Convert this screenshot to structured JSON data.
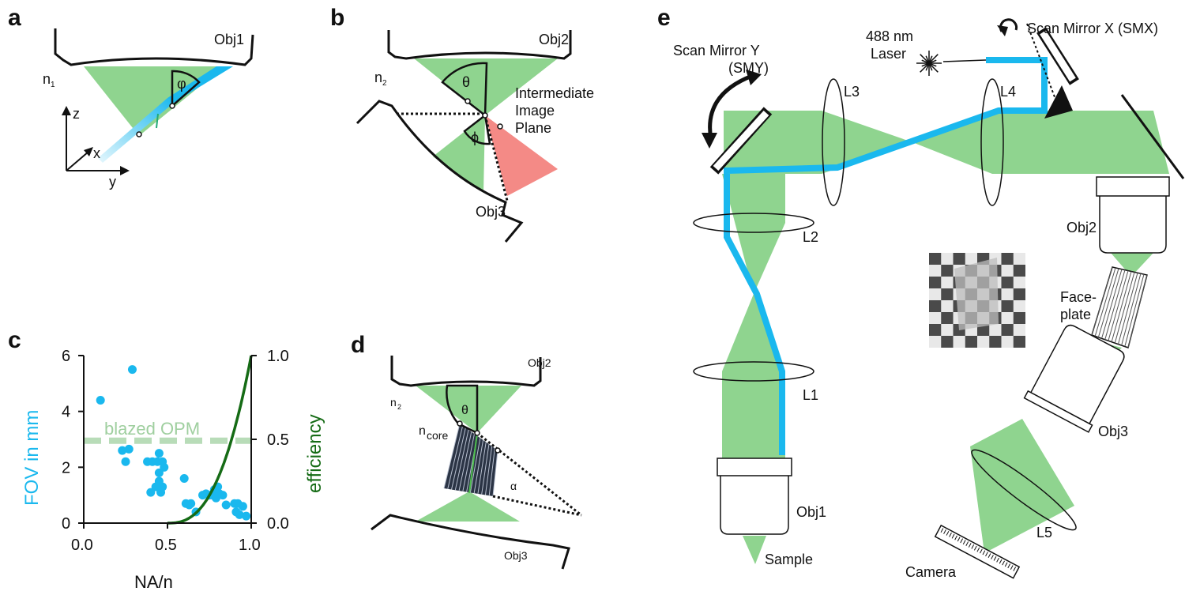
{
  "colors": {
    "green": "#8fd48f",
    "blue": "#1ab8ee",
    "pink": "#f48a86",
    "dark_green": "#156b15",
    "light_green_dashed": "#b8dcb8",
    "black": "#111111"
  },
  "panels": {
    "a": {
      "label": "a",
      "obj": "Obj1",
      "n": "n",
      "n_sub": "1",
      "angle": "φ",
      "axis_z": "z",
      "axis_x": "x",
      "axis_y": "y"
    },
    "b": {
      "label": "b",
      "obj_top": "Obj2",
      "obj_bottom": "Obj3",
      "n": "n",
      "n_sub": "2",
      "theta": "θ",
      "phi": "ϕ",
      "plane_line1": "Intermediate",
      "plane_line2": "Image",
      "plane_line3": "Plane"
    },
    "c": {
      "label": "c",
      "blazed": "blazed OPM"
    },
    "d": {
      "label": "d",
      "obj_top": "Obj2",
      "obj_bottom": "Obj3",
      "n": "n",
      "n_sub": "2",
      "theta": "θ",
      "ncore": "n",
      "ncore_sub": "core",
      "alpha": "α"
    },
    "e": {
      "label": "e",
      "smy_line1": "Scan Mirror Y",
      "smy_line2": "(SMY)",
      "smx": "Scan Mirror X (SMX)",
      "laser_line1": "488 nm",
      "laser_line2": "Laser",
      "L1": "L1",
      "L2": "L2",
      "L3": "L3",
      "L4": "L4",
      "L5": "L5",
      "obj1": "Obj1",
      "obj2": "Obj2",
      "obj3": "Obj3",
      "sample": "Sample",
      "camera": "Camera",
      "faceplate_line1": "Face-",
      "faceplate_line2": "plate"
    }
  },
  "chart_data": {
    "type": "scatter",
    "xlabel": "NA/n",
    "ylabel": "FOV in mm",
    "y2label": "efficiency",
    "xlim": [
      0.0,
      1.0
    ],
    "ylim": [
      0,
      6
    ],
    "y2lim": [
      0.0,
      1.0
    ],
    "xticks": [
      "0.0",
      "0.5",
      "1.0"
    ],
    "yticks": [
      "0",
      "2",
      "4",
      "6"
    ],
    "y2ticks": [
      "0.0",
      "0.5",
      "1.0"
    ],
    "series": [
      {
        "x": [
          0.1,
          0.29,
          0.23,
          0.25,
          0.27,
          0.38,
          0.41,
          0.44,
          0.45,
          0.47,
          0.48,
          0.45,
          0.45,
          0.46,
          0.4,
          0.43,
          0.47,
          0.6,
          0.61,
          0.63,
          0.64,
          0.67,
          0.71,
          0.73,
          0.75,
          0.77,
          0.78,
          0.79,
          0.8,
          0.81,
          0.83,
          0.85,
          0.9,
          0.91,
          0.92,
          0.93,
          0.95,
          0.97
        ],
        "y": [
          4.4,
          5.5,
          2.6,
          2.2,
          2.65,
          2.2,
          2.2,
          2.2,
          2.5,
          2.2,
          2.0,
          1.8,
          1.5,
          1.1,
          1.1,
          1.3,
          1.3,
          1.6,
          0.7,
          0.65,
          0.7,
          0.4,
          1.0,
          1.05,
          1.0,
          1.0,
          1.2,
          0.9,
          1.3,
          1.05,
          1.0,
          0.65,
          0.7,
          0.4,
          0.7,
          0.3,
          0.6,
          0.25
        ]
      }
    ],
    "efficiency_curve": {
      "x_start": 0.5,
      "x_end": 1.0,
      "y_start": 0.0,
      "y_end": 1.0
    },
    "blazed_line_value": 2.95
  }
}
